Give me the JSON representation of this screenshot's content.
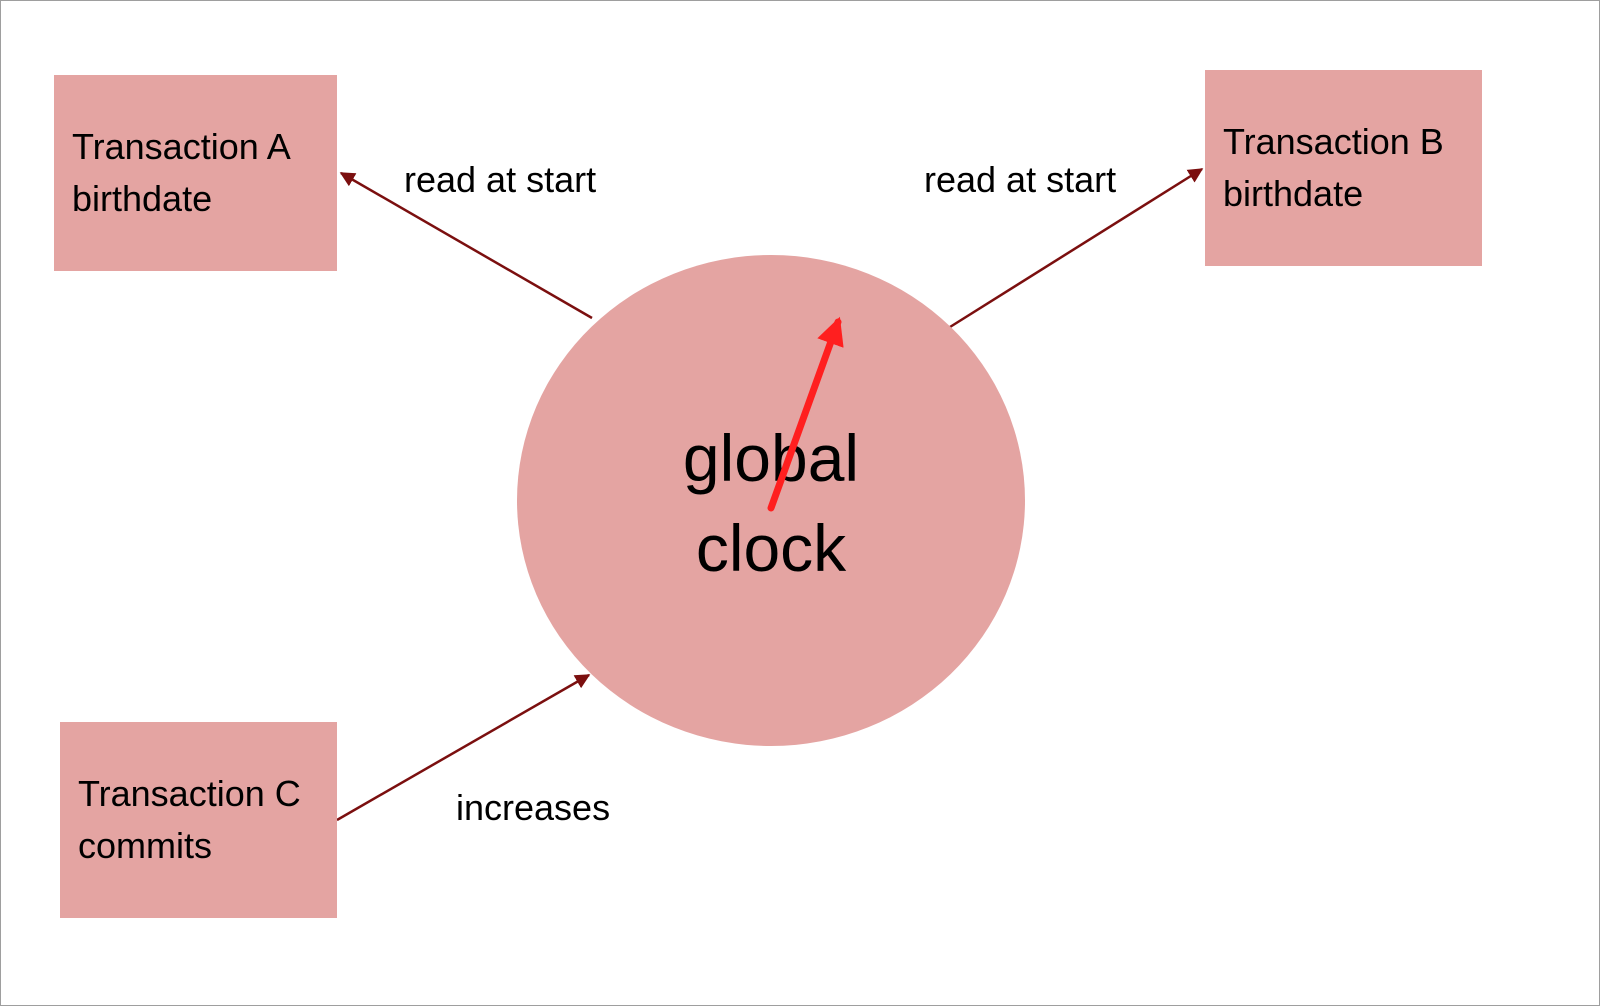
{
  "nodes": {
    "transaction_a": {
      "line1": "Transaction A",
      "line2": "birthdate"
    },
    "transaction_b": {
      "line1": "Transaction B",
      "line2": "birthdate"
    },
    "transaction_c": {
      "line1": "Transaction C",
      "line2": "commits"
    },
    "global_clock": {
      "line1": "global",
      "line2": "clock"
    }
  },
  "edges": {
    "clock_to_a": "read at start",
    "clock_to_b": "read at start",
    "c_to_clock": "increases"
  },
  "colors": {
    "node_fill": "#e4a4a2",
    "edge_stroke": "#7b0f0f",
    "clock_hand": "#ff1f1f"
  }
}
